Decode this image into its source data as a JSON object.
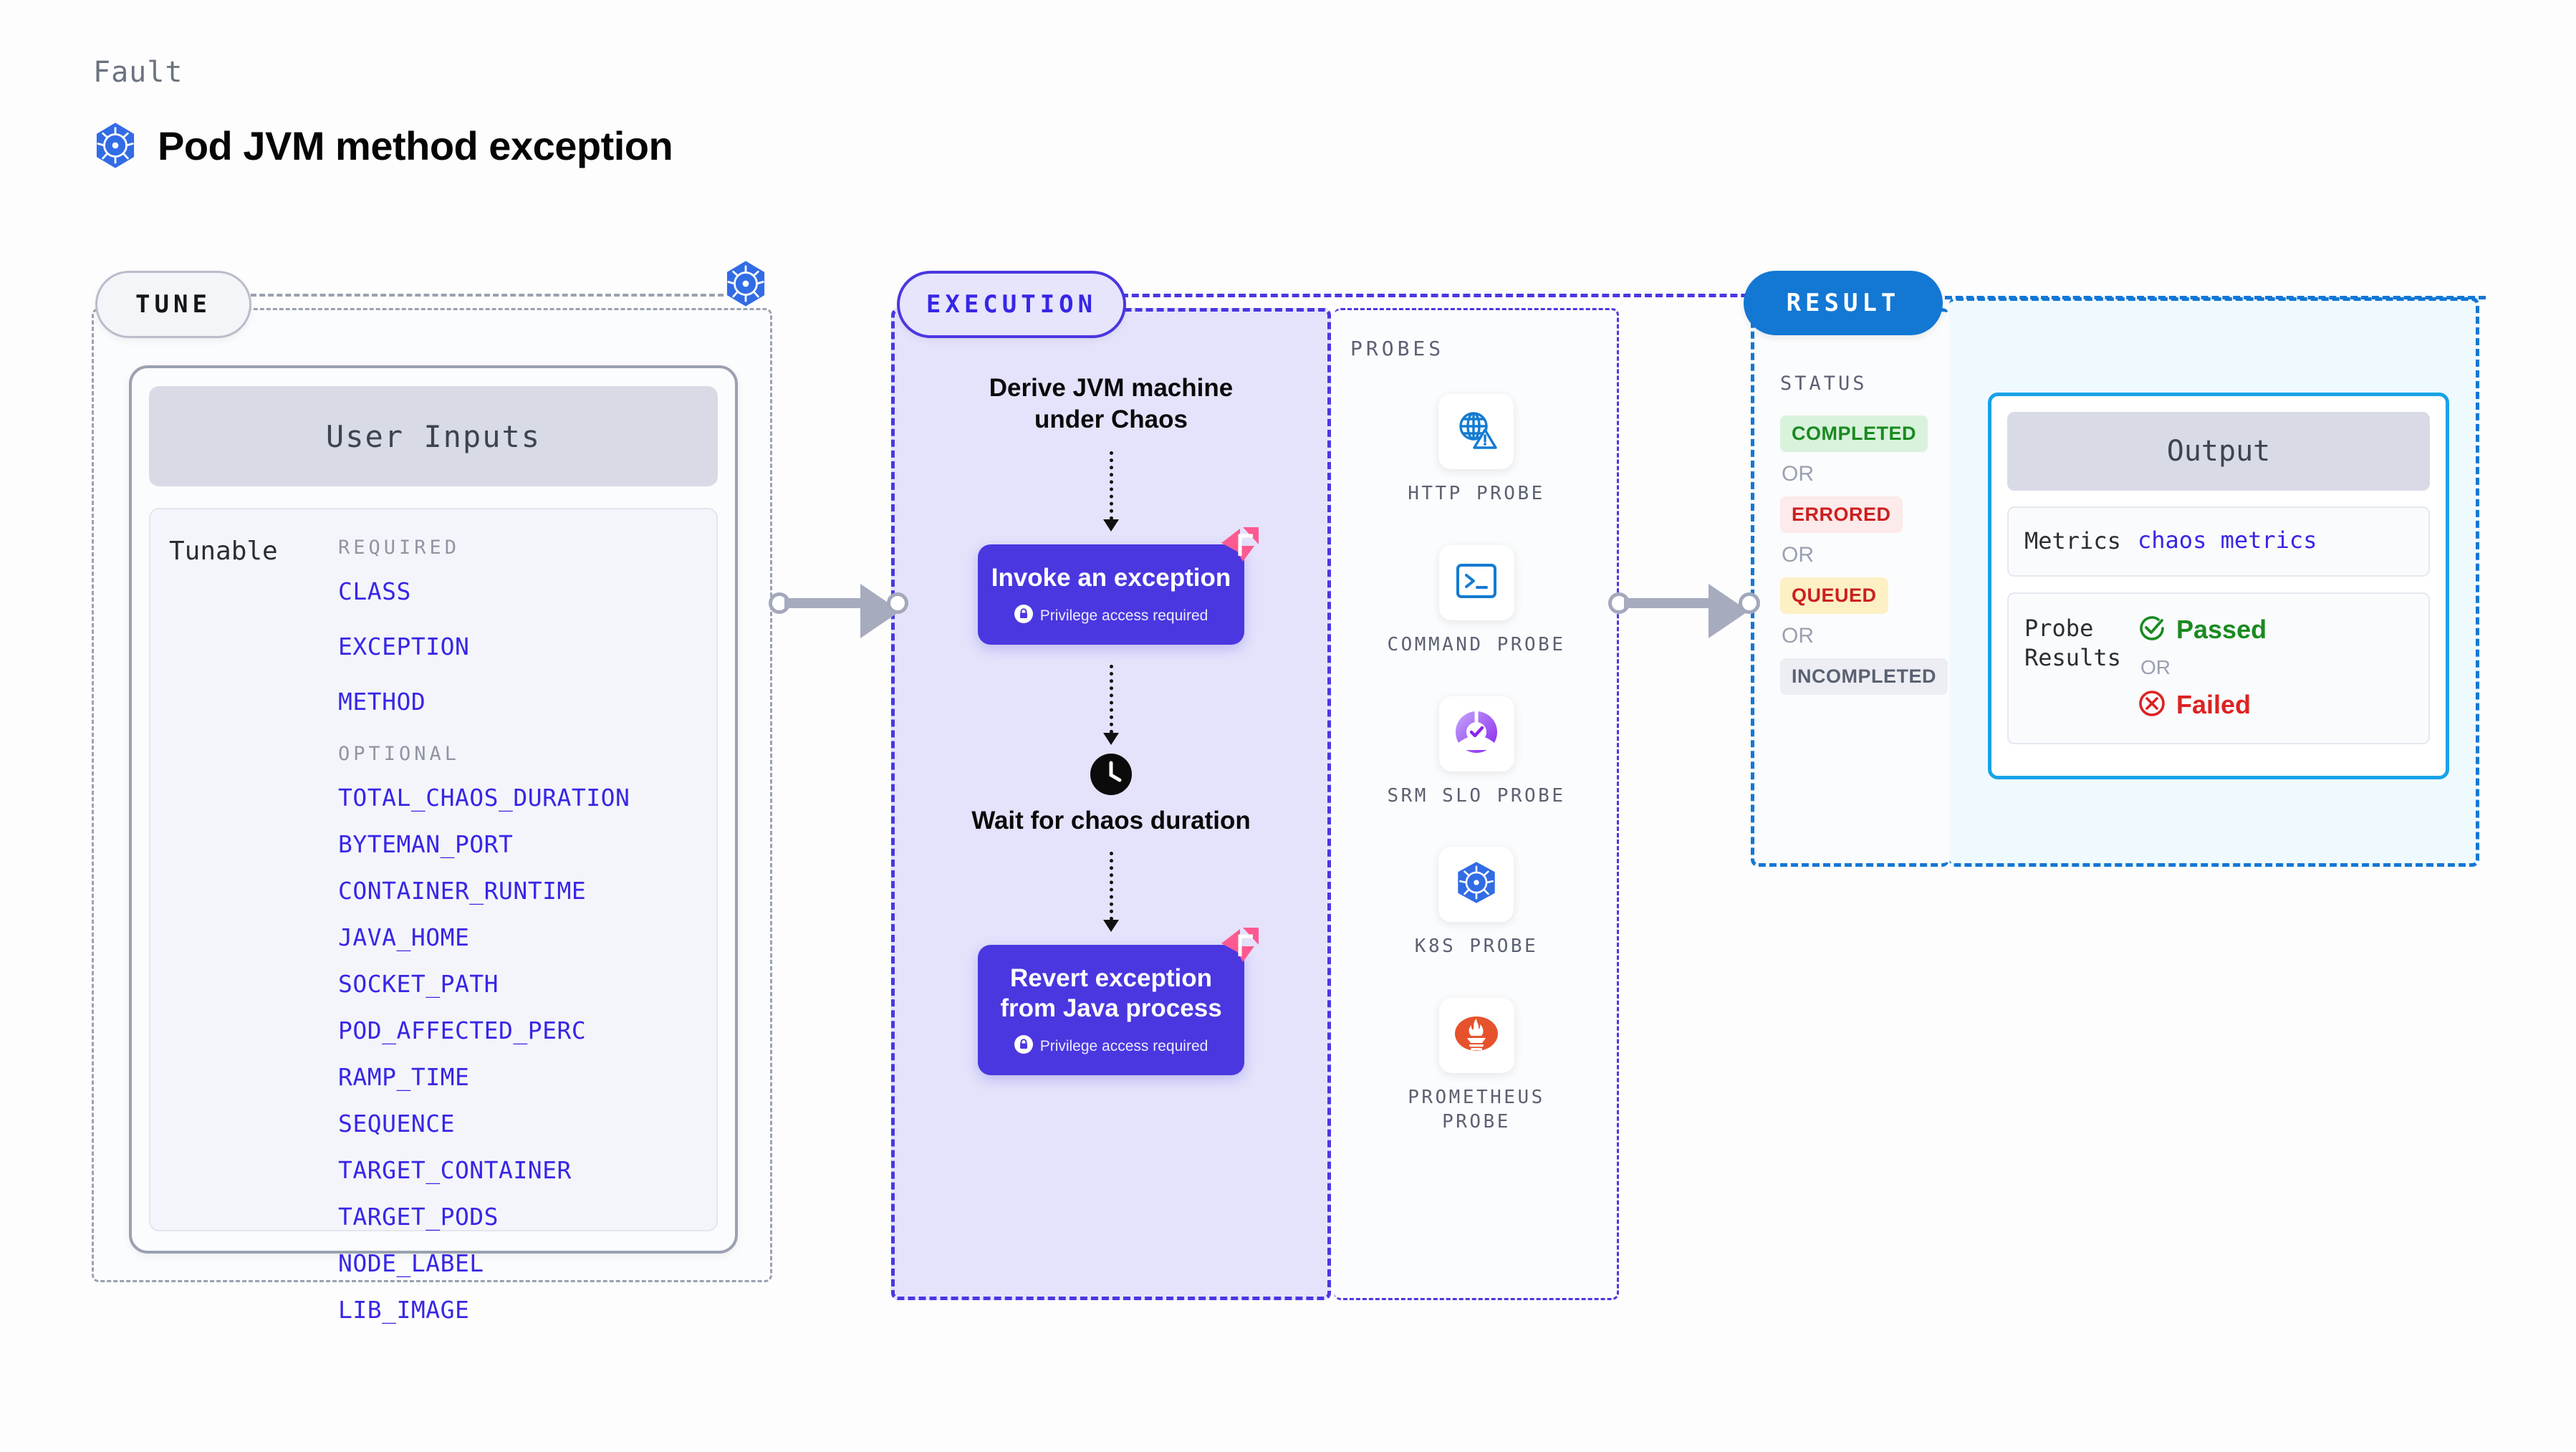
{
  "header": {
    "eyebrow": "Fault",
    "title": "Pod JVM method exception",
    "logo_icon": "kubernetes-icon"
  },
  "colors": {
    "accent_purple": "#3826e6",
    "accent_blue": "#1377d4",
    "exec_fill": "#e4e3fb",
    "output_fill": "#effafe",
    "litmus_pink": "#fb5a91",
    "k8s_blue": "#326ce5",
    "prometheus_orange": "#e6522c",
    "success_green": "#1a8a20",
    "error_red": "#cc1f1f"
  },
  "tune": {
    "pill_label": "TUNE",
    "badge_icon": "kubernetes-icon",
    "card": {
      "title": "User Inputs",
      "row_label": "Tunable",
      "groups": [
        {
          "heading": "REQUIRED",
          "items": [
            "CLASS",
            "EXCEPTION",
            "METHOD"
          ]
        },
        {
          "heading": "OPTIONAL",
          "items": [
            "TOTAL_CHAOS_DURATION",
            "BYTEMAN_PORT",
            "CONTAINER_RUNTIME",
            "JAVA_HOME",
            "SOCKET_PATH",
            "POD_AFFECTED_PERC",
            "RAMP_TIME",
            "SEQUENCE",
            "TARGET_CONTAINER",
            "TARGET_PODS",
            "NODE_LABEL",
            "LIB_IMAGE"
          ]
        }
      ]
    }
  },
  "execution": {
    "pill_label": "EXECUTION",
    "steps": [
      {
        "kind": "text",
        "label": "Derive JVM machine\nunder Chaos"
      },
      {
        "kind": "card",
        "label": "Invoke an exception",
        "privilege_note": "Privilege access required",
        "privilege_icon": "lock-icon",
        "badge_icon": "litmus-flag-icon"
      },
      {
        "kind": "wait",
        "icon": "clock-icon",
        "label": "Wait for chaos\nduration"
      },
      {
        "kind": "card",
        "label": "Revert exception\nfrom Java process",
        "privilege_note": "Privilege access required",
        "privilege_icon": "lock-icon",
        "badge_icon": "litmus-flag-icon"
      }
    ]
  },
  "probes": {
    "label": "PROBES",
    "items": [
      {
        "name": "HTTP PROBE",
        "icon": "globe-warning-icon"
      },
      {
        "name": "COMMAND PROBE",
        "icon": "terminal-icon"
      },
      {
        "name": "SRM SLO PROBE",
        "icon": "srm-slo-icon"
      },
      {
        "name": "K8S PROBE",
        "icon": "kubernetes-icon"
      },
      {
        "name": "PROMETHEUS PROBE",
        "icon": "prometheus-icon"
      }
    ]
  },
  "result": {
    "pill_label": "RESULT",
    "status_label": "STATUS",
    "or_label": "OR",
    "statuses": [
      {
        "label": "COMPLETED",
        "bg": "#d9f2dc",
        "fg": "#1a8a20"
      },
      {
        "label": "ERRORED",
        "bg": "#fdeaea",
        "fg": "#cc1f1f"
      },
      {
        "label": "QUEUED",
        "bg": "#fdf0c5",
        "fg": "#cc1f1f"
      },
      {
        "label": "INCOMPLETED",
        "bg": "#eceef4",
        "fg": "#5b6172"
      }
    ]
  },
  "output": {
    "title": "Output",
    "metrics": {
      "key": "Metrics",
      "value": "chaos metrics"
    },
    "probe_results": {
      "key": "Probe\nResults",
      "or_label": "OR",
      "passed": {
        "label": "Passed",
        "icon": "check-circle-icon",
        "color": "#1a8a20"
      },
      "failed": {
        "label": "Failed",
        "icon": "x-circle-icon",
        "color": "#dd2222"
      }
    }
  }
}
